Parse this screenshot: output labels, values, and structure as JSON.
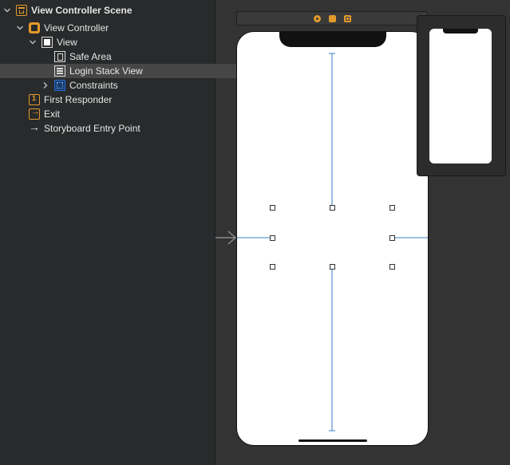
{
  "outline": {
    "items": [
      {
        "label": "View Controller Scene",
        "icon": "storyboard-scene-icon"
      },
      {
        "label": "View Controller",
        "icon": "view-controller-icon"
      },
      {
        "label": "View",
        "icon": "view-icon"
      },
      {
        "label": "Safe Area",
        "icon": "safe-area-icon"
      },
      {
        "label": "Login Stack View",
        "icon": "stack-view-icon"
      },
      {
        "label": "Constraints",
        "icon": "constraints-icon"
      },
      {
        "label": "First Responder",
        "icon": "first-responder-icon"
      },
      {
        "label": "Exit",
        "icon": "exit-icon"
      },
      {
        "label": "Storyboard Entry Point",
        "icon": "entry-point-arrow-icon"
      }
    ]
  },
  "colors": {
    "accent": "#e39a2c",
    "constraint": "#3b82c4",
    "selection": "#464646",
    "sidebar": "#282a2b",
    "canvas": "#333333"
  }
}
